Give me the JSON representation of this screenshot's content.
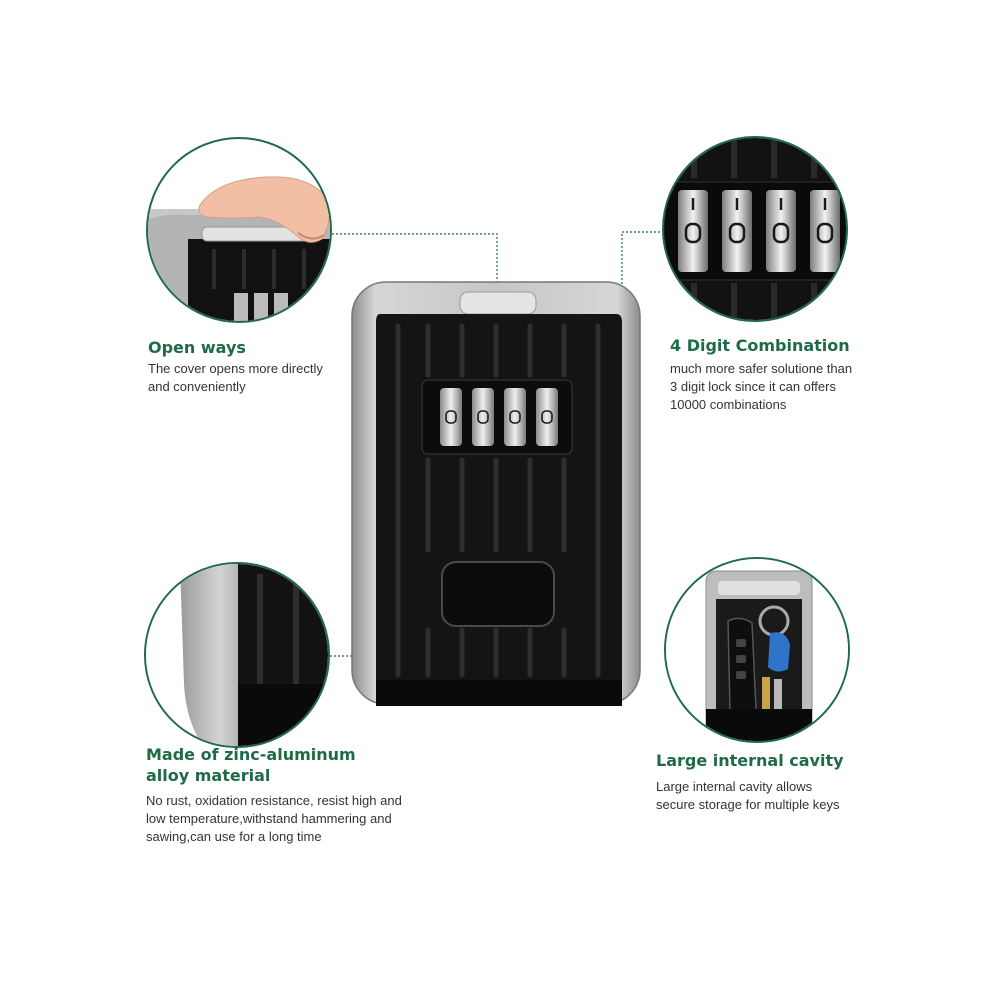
{
  "colors": {
    "accent": "#1e6b46",
    "body_text": "#333333",
    "lockbox_body": "#141414",
    "lockbox_frame": "#b8b8b8"
  },
  "features": {
    "open_ways": {
      "title": "Open ways",
      "desc": [
        "The cover opens more directly",
        "and conveniently"
      ]
    },
    "digit_combination": {
      "title": "4 Digit Combination",
      "desc": [
        "much more safer solutione than",
        "3 digit lock since  it can offers",
        "10000 combinations"
      ]
    },
    "zinc_alloy": {
      "title": [
        "Made of zinc-aluminum",
        "alloy material"
      ],
      "desc": [
        "No rust, oxidation resistance, resist high and",
        "low temperature,withstand hammering and",
        "sawing,can use for a long time"
      ]
    },
    "internal_cavity": {
      "title": "Large internal cavity",
      "desc": [
        "Large internal cavity allows",
        "secure storage for multiple  keys"
      ]
    }
  },
  "icons": [
    "lockbox-product-image",
    "hand-opening-cover-image",
    "combination-dials-image",
    "alloy-frame-image",
    "keys-in-cavity-image"
  ]
}
